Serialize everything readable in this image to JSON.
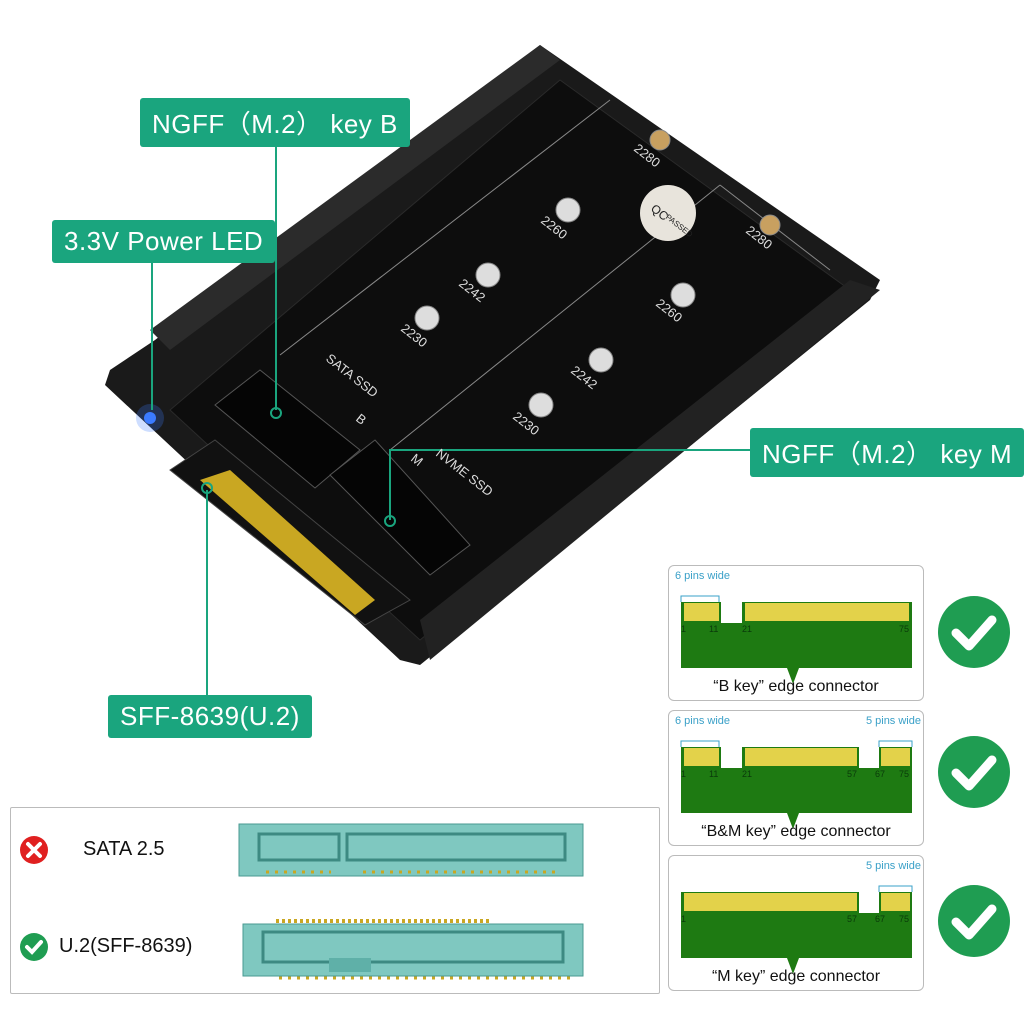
{
  "callouts": {
    "key_b": "NGFF（M.2） key B",
    "led": "3.3V Power  LED",
    "key_m": "NGFF（M.2） key M",
    "u2": "SFF-8639(U.2)"
  },
  "board": {
    "sata_ssd": "SATA SSD",
    "nvme_ssd": "NVME SSD",
    "slot_b": "B",
    "slot_m": "M",
    "qc": "QC",
    "passed": "PASSED",
    "sizes": [
      "2230",
      "2242",
      "2260",
      "2280"
    ]
  },
  "edge_connectors": [
    {
      "caption": "“B key”  edge connector",
      "left_note": "6 pins wide",
      "right_note": "",
      "pins": [
        "1",
        "11",
        "21",
        "75"
      ],
      "status": "supported"
    },
    {
      "caption": "“B&M key”  edge connector",
      "left_note": "6 pins wide",
      "right_note": "5 pins wide",
      "pins": [
        "1",
        "11",
        "21",
        "57",
        "67",
        "75"
      ],
      "status": "supported"
    },
    {
      "caption": "“M key”  edge connector",
      "left_note": "",
      "right_note": "5 pins wide",
      "pins": [
        "1",
        "57",
        "67",
        "75"
      ],
      "status": "supported"
    }
  ],
  "interfaces": [
    {
      "label": "SATA 2.5",
      "status": "unsupported",
      "color": "#e02020"
    },
    {
      "label": "U.2(SFF-8639)",
      "status": "supported",
      "color": "#1f9d52"
    }
  ],
  "colors": {
    "accent": "#1aa57e",
    "pcb_green": "#1e7a12",
    "gold": "#e3d24a",
    "connector_teal": "#7fc8c0"
  }
}
